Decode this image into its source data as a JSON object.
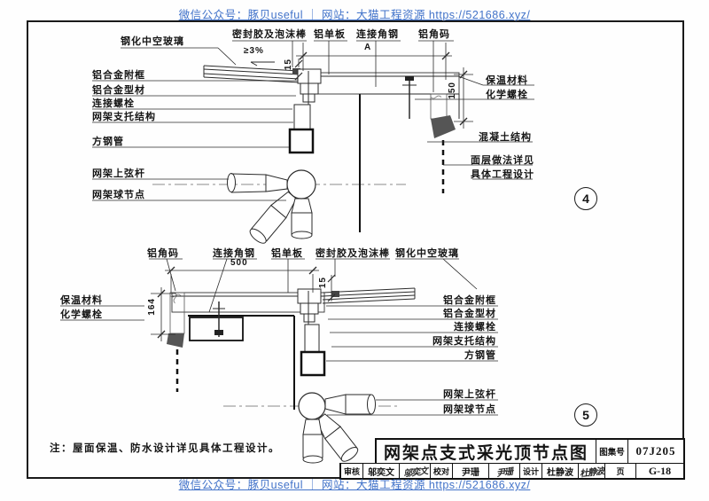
{
  "watermark": {
    "text": "微信公众号：豚贝useful ｜ 网站：大猫工程资源 https://521686.xyz/",
    "color": "#4273c9"
  },
  "note": {
    "text": "注：屋面保温、防水设计详见具体工程设计。"
  },
  "title_block": {
    "title": "网架点支式采光顶节点图",
    "atlas_label": "图集号",
    "atlas_no": "07J205",
    "page_label": "页",
    "page_no": "G-18",
    "roles": [
      {
        "label": "审核",
        "name": "邬奕文",
        "sig": "邬奕文"
      },
      {
        "label": "校对",
        "name": "尹珊",
        "sig": "尹珊"
      },
      {
        "label": "设计",
        "name": "杜静波",
        "sig": "杜静波"
      }
    ]
  },
  "detail4": {
    "number": "4",
    "glass": "钢化中空玻璃",
    "sealant": "密封胶及泡沫棒",
    "alu_panel": "铝单板",
    "angle_steel": "连接角钢",
    "alu_corner": "铝角码",
    "alu_subframe": "铝合金附框",
    "alu_profile": "铝合金型材",
    "bolt": "连接螺栓",
    "support": "网架支托结构",
    "square_tube": "方钢管",
    "top_chord": "网架上弦杆",
    "ball_node": "网架球节点",
    "insulation": "保温材料",
    "chem_anchor": "化学螺栓",
    "concrete": "混凝土结构",
    "finish_line1": "面层做法详见",
    "finish_line2": "具体工程设计",
    "dims": {
      "slope": "≥3%",
      "width": "A",
      "height": "150",
      "edge": "15"
    }
  },
  "detail5": {
    "number": "5",
    "alu_corner": "铝角码",
    "angle_steel": "连接角钢",
    "alu_panel": "铝单板",
    "sealant": "密封胶及泡沫棒",
    "glass": "钢化中空玻璃",
    "insulation": "保温材料",
    "chem_anchor": "化学螺栓",
    "alu_subframe": "铝合金附框",
    "alu_profile": "铝合金型材",
    "bolt": "连接螺栓",
    "support": "网架支托结构",
    "square_tube": "方钢管",
    "top_chord": "网架上弦杆",
    "ball_node": "网架球节点",
    "dims": {
      "width": "500",
      "height": "164",
      "edge": "15"
    }
  }
}
